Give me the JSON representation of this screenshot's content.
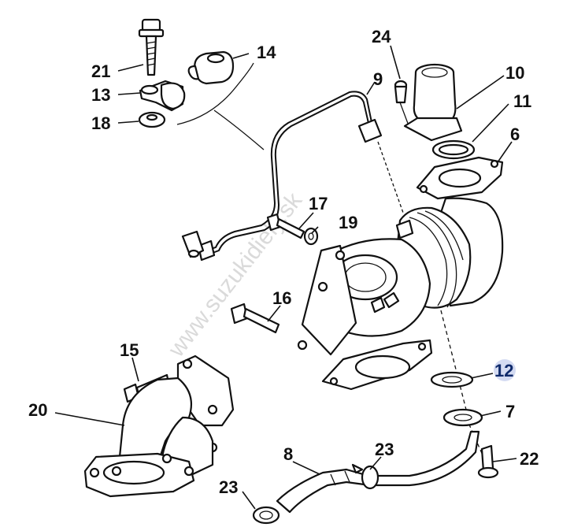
{
  "watermark": "www.suzukidiely.sk",
  "callouts": {
    "c21": "21",
    "c13": "13",
    "c18": "18",
    "c14": "14",
    "c24": "24",
    "c9": "9",
    "c10": "10",
    "c11": "11",
    "c6": "6",
    "c17": "17",
    "c19": "19",
    "c16": "16",
    "c15": "15",
    "c20": "20",
    "c12": "12",
    "c7": "7",
    "c8": "8",
    "c23a": "23",
    "c23b": "23",
    "c22": "22"
  },
  "highlight_color": "#c9d2ef"
}
